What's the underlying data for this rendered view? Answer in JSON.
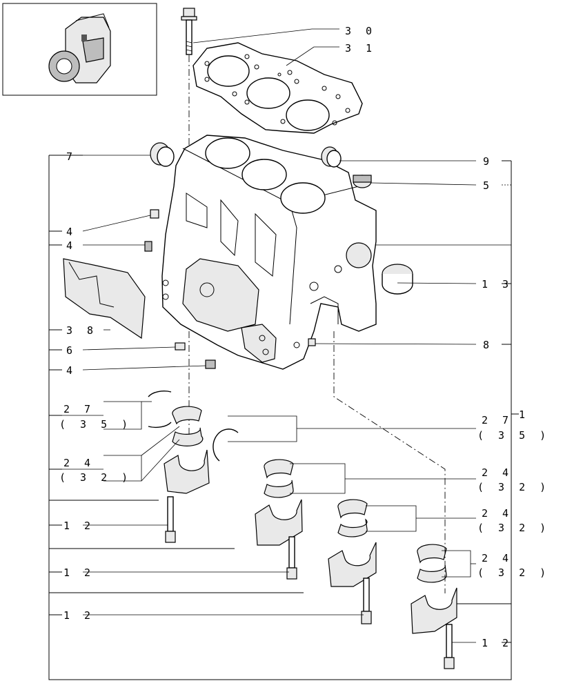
{
  "callouts": {
    "c30": "3 0",
    "c31": "3 1",
    "c7": "7",
    "c9": "9",
    "c5": "5",
    "c4a": "4",
    "c4b": "4",
    "c13": "1 3",
    "c38": "3 8",
    "c6": "6",
    "c8": "8",
    "c4c": "4",
    "c27a": "2 7",
    "c35a": "( 3 5 )",
    "c1": "1",
    "c27b": "2 7",
    "c35b": "( 3 5 )",
    "c24a": "2 4",
    "c32a": "( 3 2 )",
    "c24b": "2 4",
    "c32b": "( 3 2 )",
    "c24c": "2 4",
    "c32c": "( 3 2 )",
    "c24d": "2 4",
    "c32d": "( 3 2 )",
    "c12a": "1 2",
    "c12b": "1 2",
    "c12c": "1 2",
    "c12d": "1 2"
  },
  "icons": {
    "thumbnail": "engine-thumbnail-icon",
    "block": "cylinder-block-icon",
    "gasket": "head-gasket-icon",
    "bolt": "bolt-icon",
    "bearing": "bearing-shell-icon",
    "cap": "bearing-cap-icon"
  },
  "colors": {
    "line": "#000000",
    "background": "#ffffff"
  }
}
